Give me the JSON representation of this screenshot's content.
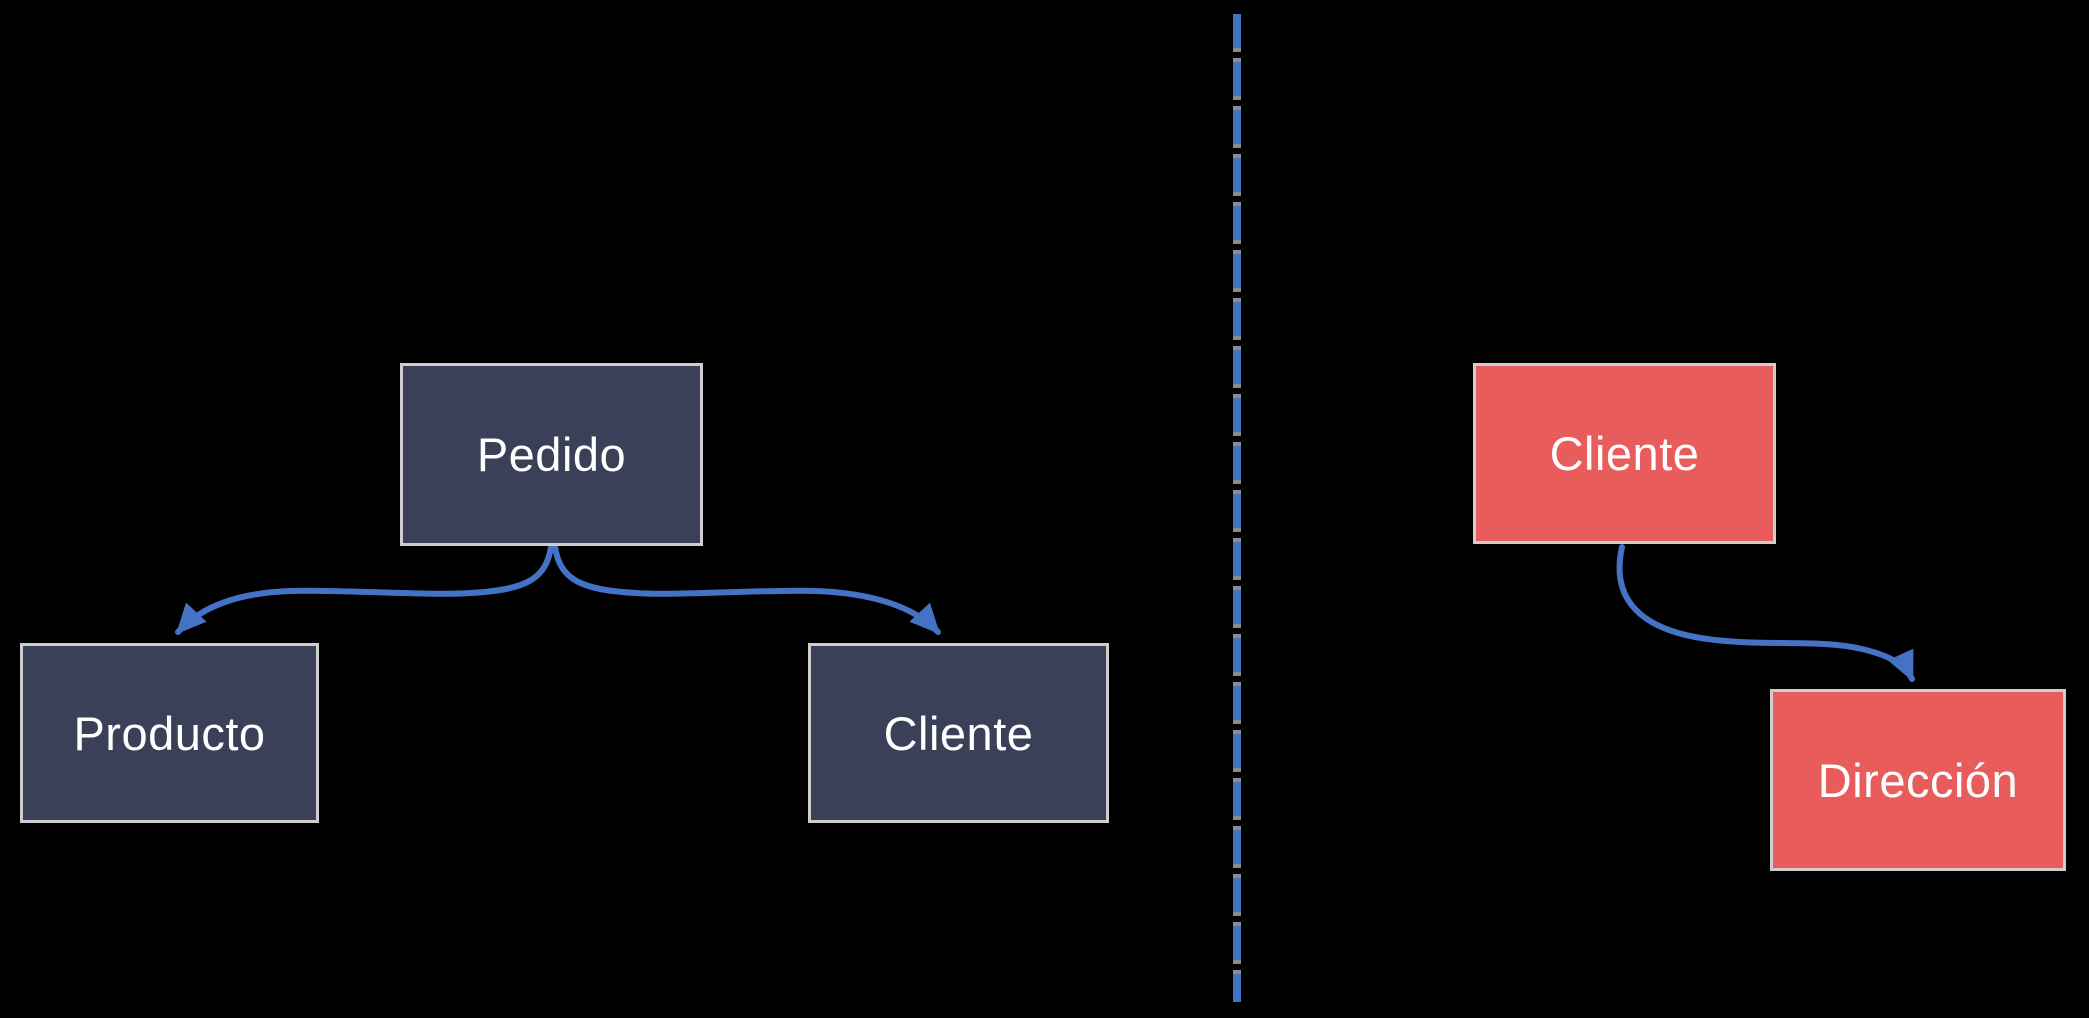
{
  "colors": {
    "bg": "#000000",
    "navy": "#3A4057",
    "red": "#E95C5C",
    "border": "#CFCDCD",
    "arrow": "#4472C4",
    "dashtip": "#8A8A8A",
    "text": "#FFFFFF"
  },
  "left_diagram": {
    "nodes": [
      {
        "id": "pedido",
        "label": "Pedido"
      },
      {
        "id": "producto",
        "label": "Producto"
      },
      {
        "id": "cliente",
        "label": "Cliente"
      }
    ],
    "edges": [
      {
        "from": "Pedido",
        "to": "Producto"
      },
      {
        "from": "Pedido",
        "to": "Cliente"
      }
    ]
  },
  "right_diagram": {
    "nodes": [
      {
        "id": "cliente",
        "label": "Cliente"
      },
      {
        "id": "direccion",
        "label": "Dirección"
      }
    ],
    "edges": [
      {
        "from": "Cliente",
        "to": "Dirección"
      }
    ]
  },
  "divider": {
    "orientation": "vertical",
    "style": "dashed"
  }
}
